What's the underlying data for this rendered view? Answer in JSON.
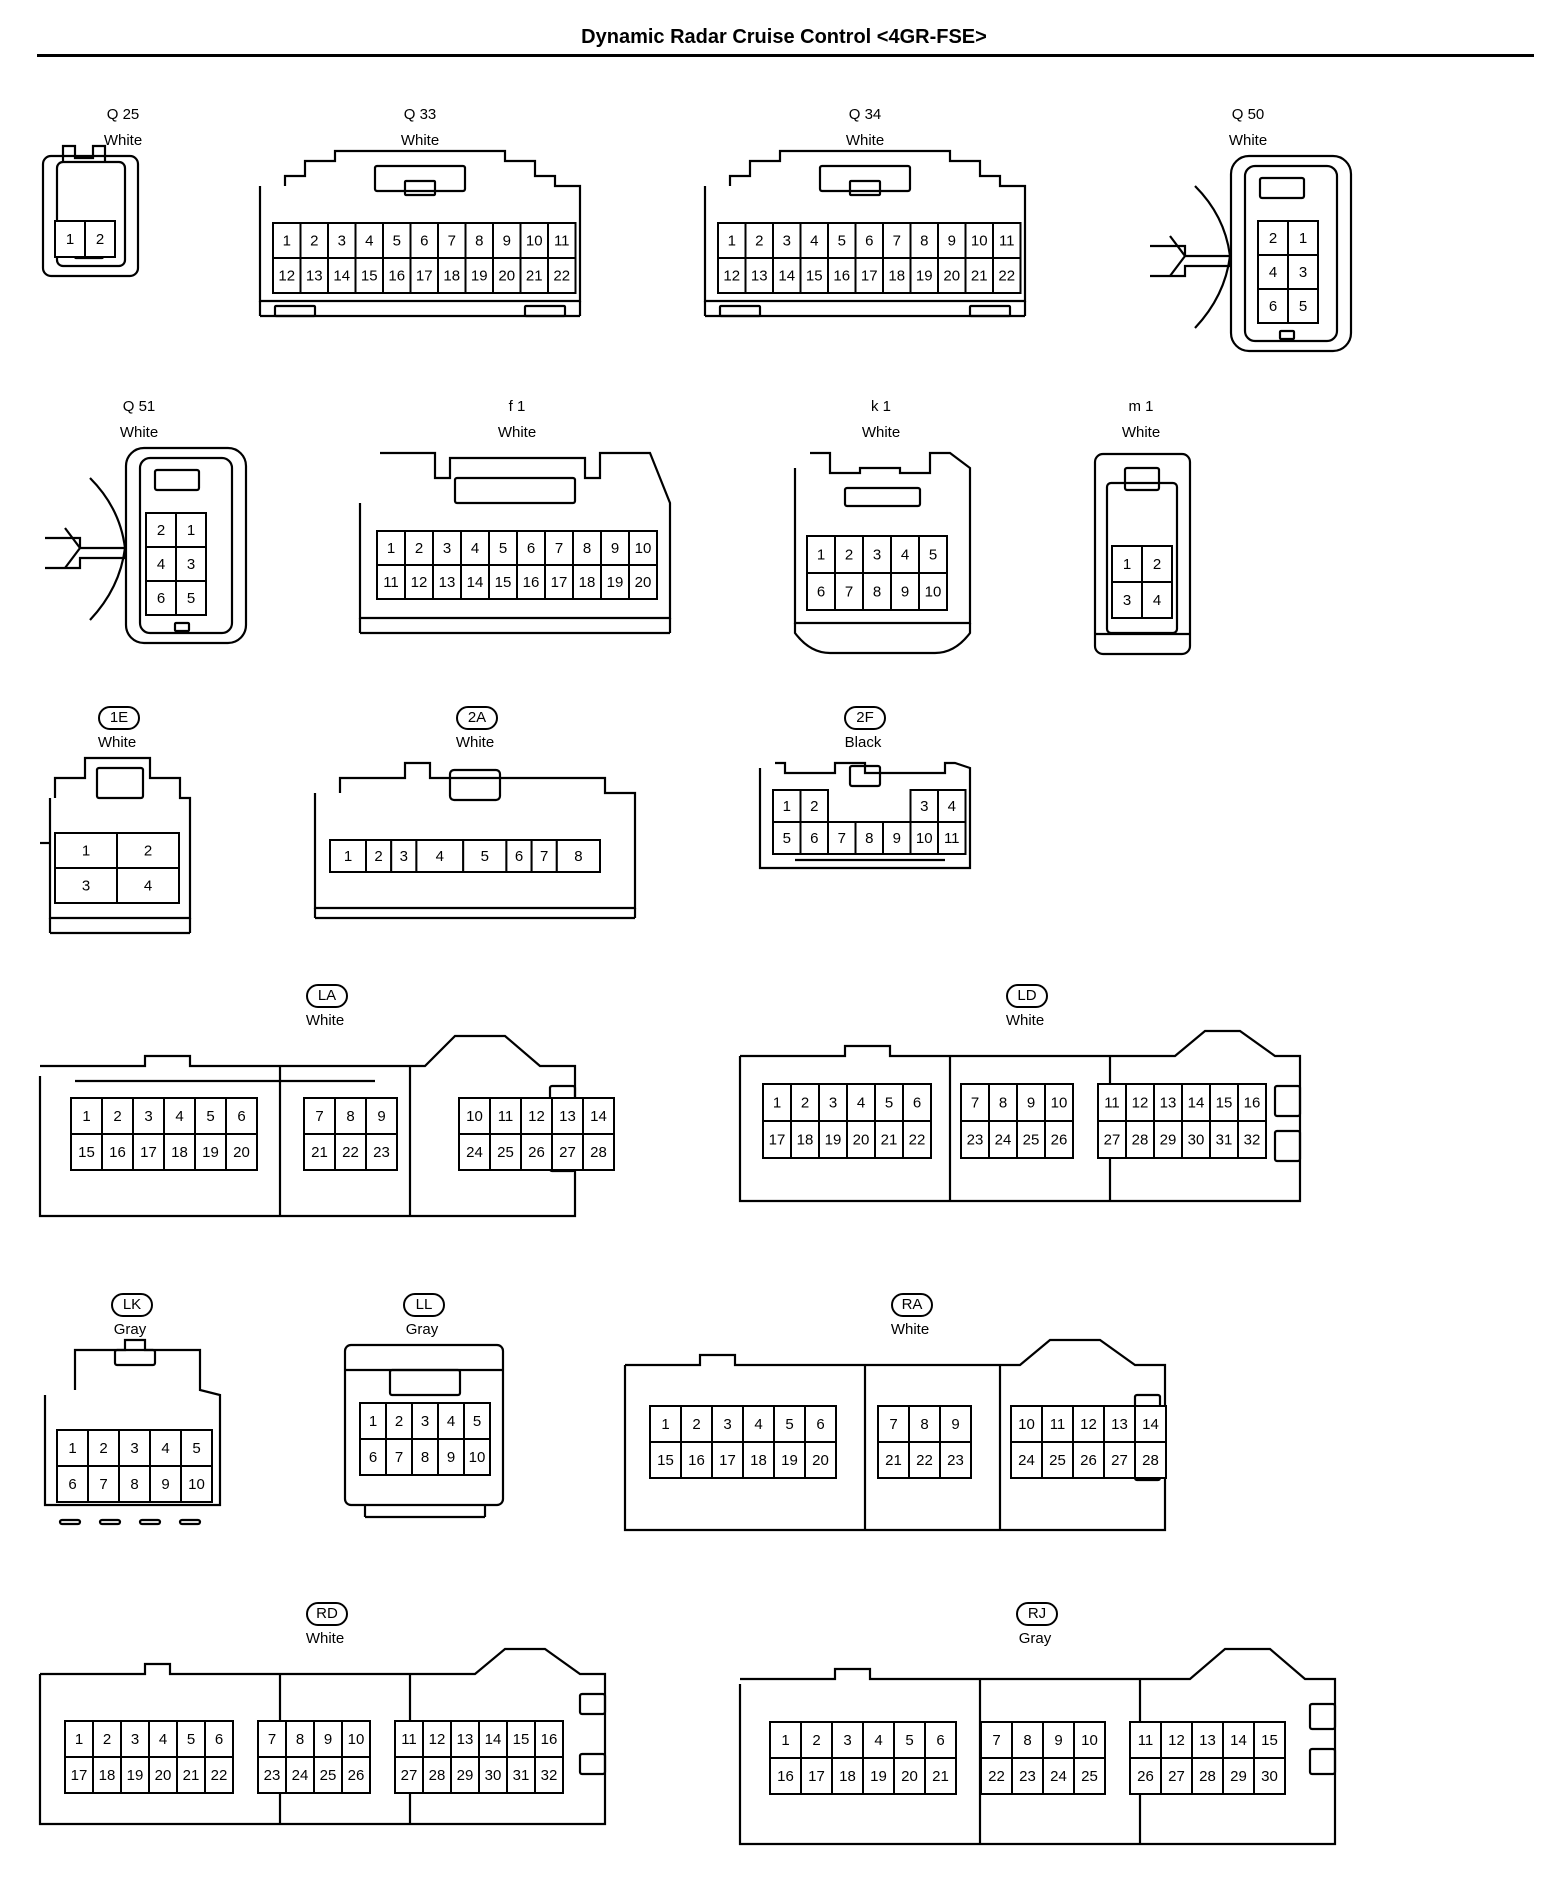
{
  "title": "Dynamic Radar Cruise Control <4GR-FSE>",
  "connectors": [
    {
      "id": "Q25",
      "code": "Q 25",
      "pill": false,
      "color": "White",
      "rows": [
        [
          "1",
          "2"
        ]
      ]
    },
    {
      "id": "Q33",
      "code": "Q 33",
      "pill": false,
      "color": "White",
      "rows": [
        [
          "1",
          "2",
          "3",
          "4",
          "5",
          "6",
          "7",
          "8",
          "9",
          "10",
          "11"
        ],
        [
          "12",
          "13",
          "14",
          "15",
          "16",
          "17",
          "18",
          "19",
          "20",
          "21",
          "22"
        ]
      ]
    },
    {
      "id": "Q34",
      "code": "Q 34",
      "pill": false,
      "color": "White",
      "rows": [
        [
          "1",
          "2",
          "3",
          "4",
          "5",
          "6",
          "7",
          "8",
          "9",
          "10",
          "11"
        ],
        [
          "12",
          "13",
          "14",
          "15",
          "16",
          "17",
          "18",
          "19",
          "20",
          "21",
          "22"
        ]
      ]
    },
    {
      "id": "Q50",
      "code": "Q 50",
      "pill": false,
      "color": "White",
      "rows": [
        [
          "2",
          "1"
        ],
        [
          "4",
          "3"
        ],
        [
          "6",
          "5"
        ]
      ]
    },
    {
      "id": "Q51",
      "code": "Q 51",
      "pill": false,
      "color": "White",
      "rows": [
        [
          "2",
          "1"
        ],
        [
          "4",
          "3"
        ],
        [
          "6",
          "5"
        ]
      ]
    },
    {
      "id": "f1",
      "code": "f 1",
      "pill": false,
      "color": "White",
      "rows": [
        [
          "1",
          "2",
          "3",
          "4",
          "5",
          "6",
          "7",
          "8",
          "9",
          "10"
        ],
        [
          "11",
          "12",
          "13",
          "14",
          "15",
          "16",
          "17",
          "18",
          "19",
          "20"
        ]
      ]
    },
    {
      "id": "k1",
      "code": "k 1",
      "pill": false,
      "color": "White",
      "rows": [
        [
          "1",
          "2",
          "3",
          "4",
          "5"
        ],
        [
          "6",
          "7",
          "8",
          "9",
          "10"
        ]
      ]
    },
    {
      "id": "m1",
      "code": "m 1",
      "pill": false,
      "color": "White",
      "rows": [
        [
          "1",
          "2"
        ],
        [
          "3",
          "4"
        ]
      ]
    },
    {
      "id": "1E",
      "code": "1E",
      "pill": true,
      "color": "White",
      "rows": [
        [
          "1",
          "2"
        ],
        [
          "3",
          "4"
        ]
      ]
    },
    {
      "id": "2A",
      "code": "2A",
      "pill": true,
      "color": "White",
      "rows": [
        [
          "1",
          "2",
          "3",
          "4",
          "5",
          "6",
          "7",
          "8"
        ]
      ]
    },
    {
      "id": "2F",
      "code": "2F",
      "pill": true,
      "color": "Black",
      "rows": [
        [
          "1",
          "2",
          "3",
          "4"
        ],
        [
          "5",
          "6",
          "7",
          "8",
          "9",
          "10",
          "11"
        ]
      ]
    },
    {
      "id": "LA",
      "code": "LA",
      "pill": true,
      "color": "White",
      "rows": [
        [
          "1",
          "2",
          "3",
          "4",
          "5",
          "6",
          "7",
          "8",
          "9",
          "10",
          "11",
          "12",
          "13",
          "14"
        ],
        [
          "15",
          "16",
          "17",
          "18",
          "19",
          "20",
          "21",
          "22",
          "23",
          "24",
          "25",
          "26",
          "27",
          "28"
        ]
      ]
    },
    {
      "id": "LD",
      "code": "LD",
      "pill": true,
      "color": "White",
      "rows": [
        [
          "1",
          "2",
          "3",
          "4",
          "5",
          "6",
          "7",
          "8",
          "9",
          "10",
          "11",
          "12",
          "13",
          "14",
          "15",
          "16"
        ],
        [
          "17",
          "18",
          "19",
          "20",
          "21",
          "22",
          "23",
          "24",
          "25",
          "26",
          "27",
          "28",
          "29",
          "30",
          "31",
          "32"
        ]
      ]
    },
    {
      "id": "LK",
      "code": "LK",
      "pill": true,
      "color": "Gray",
      "rows": [
        [
          "1",
          "2",
          "3",
          "4",
          "5"
        ],
        [
          "6",
          "7",
          "8",
          "9",
          "10"
        ]
      ]
    },
    {
      "id": "LL",
      "code": "LL",
      "pill": true,
      "color": "Gray",
      "rows": [
        [
          "1",
          "2",
          "3",
          "4",
          "5"
        ],
        [
          "6",
          "7",
          "8",
          "9",
          "10"
        ]
      ]
    },
    {
      "id": "RA",
      "code": "RA",
      "pill": true,
      "color": "White",
      "rows": [
        [
          "1",
          "2",
          "3",
          "4",
          "5",
          "6",
          "7",
          "8",
          "9",
          "10",
          "11",
          "12",
          "13",
          "14"
        ],
        [
          "15",
          "16",
          "17",
          "18",
          "19",
          "20",
          "21",
          "22",
          "23",
          "24",
          "25",
          "26",
          "27",
          "28"
        ]
      ]
    },
    {
      "id": "RD",
      "code": "RD",
      "pill": true,
      "color": "White",
      "rows": [
        [
          "1",
          "2",
          "3",
          "4",
          "5",
          "6",
          "7",
          "8",
          "9",
          "10",
          "11",
          "12",
          "13",
          "14",
          "15",
          "16"
        ],
        [
          "17",
          "18",
          "19",
          "20",
          "21",
          "22",
          "23",
          "24",
          "25",
          "26",
          "27",
          "28",
          "29",
          "30",
          "31",
          "32"
        ]
      ]
    },
    {
      "id": "RJ",
      "code": "RJ",
      "pill": true,
      "color": "Gray",
      "rows": [
        [
          "1",
          "2",
          "3",
          "4",
          "5",
          "6",
          "7",
          "8",
          "9",
          "10",
          "11",
          "12",
          "13",
          "14",
          "15"
        ],
        [
          "16",
          "17",
          "18",
          "19",
          "20",
          "21",
          "22",
          "23",
          "24",
          "25",
          "26",
          "27",
          "28",
          "29",
          "30"
        ]
      ]
    }
  ]
}
